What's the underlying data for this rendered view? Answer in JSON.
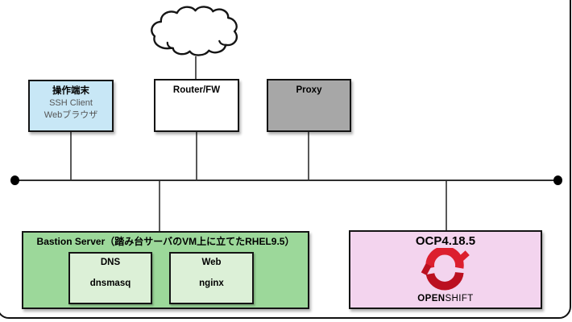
{
  "nodes": {
    "terminal": {
      "title": "操作端末",
      "line1": "SSH Client",
      "line2": "Webブラウザ"
    },
    "router": {
      "title": "Router/FW"
    },
    "proxy": {
      "title": "Proxy"
    },
    "bastion": {
      "title": "Bastion Server（踏み台サーバのVM上に立てたRHEL9.5）",
      "dns": {
        "title": "DNS",
        "label": "dnsmasq"
      },
      "web": {
        "title": "Web",
        "label": "nginx"
      }
    },
    "ocp": {
      "title": "OCP4.18.5",
      "brand_bold": "OPEN",
      "brand_light": "SHIFT"
    }
  },
  "colors": {
    "terminal_bg": "#c8e7f6",
    "router_bg": "#ffffff",
    "proxy_bg": "#a7a7a7",
    "bastion_bg": "#9cd89a",
    "service_bg": "#dcf0d7",
    "ocp_bg": "#f3d4ee",
    "openshift_red": "#dc1f2e",
    "openshift_red_dark": "#bb1020",
    "line_gray": "#595959",
    "bus_black": "#2f2f2f",
    "muted_text": "#555555"
  }
}
